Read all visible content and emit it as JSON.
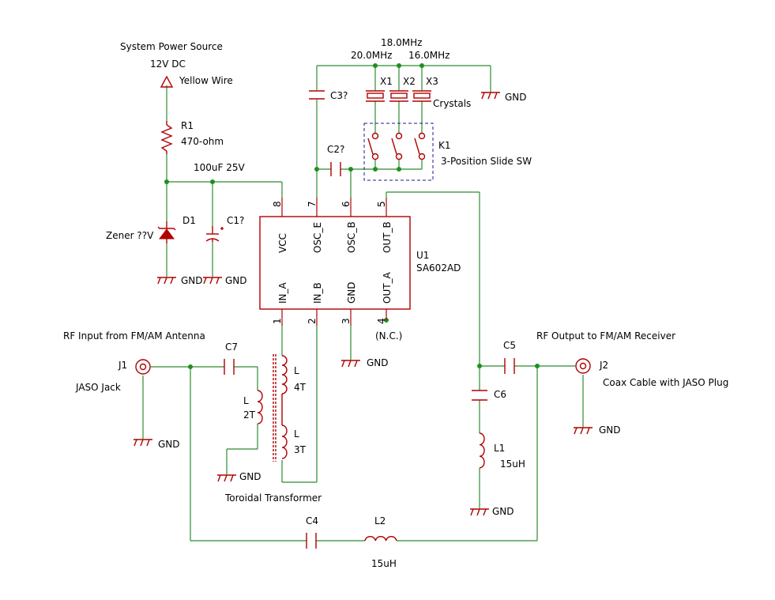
{
  "colors": {
    "wire": "#2e8b2e",
    "component": "#b00000",
    "junction": "#1f8f1f",
    "text": "#000000"
  },
  "power": {
    "title": "System Power Source",
    "voltage": "12V DC",
    "wire_label": "Yellow Wire"
  },
  "R1": {
    "ref": "R1",
    "value": "470-ohm"
  },
  "cap_note": "100uF 25V",
  "D1": {
    "ref": "D1",
    "value": "Zener ??V"
  },
  "C1": {
    "ref": "C1?"
  },
  "C2": {
    "ref": "C2?"
  },
  "C3": {
    "ref": "C3?"
  },
  "crystals": {
    "freq_top": "18.0MHz",
    "freq_left": "20.0MHz",
    "freq_right": "16.0MHz",
    "x1": "X1",
    "x2": "X2",
    "x3": "X3",
    "label": "Crystals"
  },
  "K1": {
    "ref": "K1",
    "value": "3-Position Slide SW"
  },
  "U1": {
    "ref": "U1",
    "part": "SA602AD",
    "pins_top": [
      "VCC",
      "OSC_E",
      "OSC_B",
      "OUT_B"
    ],
    "pins_bottom": [
      "IN_A",
      "IN_B",
      "GND",
      "OUT_A"
    ],
    "pin_nums_top": [
      "8",
      "7",
      "6",
      "5"
    ],
    "pin_nums_bottom": [
      "1",
      "2",
      "3",
      "4"
    ],
    "nc": "(N.C.)"
  },
  "gnd": "GND",
  "J1": {
    "ref": "J1",
    "title": "RF Input from FM/AM Antenna",
    "desc": "JASO Jack"
  },
  "J2": {
    "ref": "J2",
    "title": "RF Output to FM/AM Receiver",
    "desc": "Coax Cable with JASO Plug"
  },
  "C4": {
    "ref": "C4"
  },
  "C5": {
    "ref": "C5"
  },
  "C6": {
    "ref": "C6"
  },
  "C7": {
    "ref": "C7"
  },
  "transformer": {
    "label": "Toroidal Transformer",
    "l_ref": "L",
    "turns_a": "4T",
    "turns_b": "3T",
    "turns_c": "2T"
  },
  "L1": {
    "ref": "L1",
    "value": "15uH"
  },
  "L2": {
    "ref": "L2",
    "value": "15uH"
  }
}
